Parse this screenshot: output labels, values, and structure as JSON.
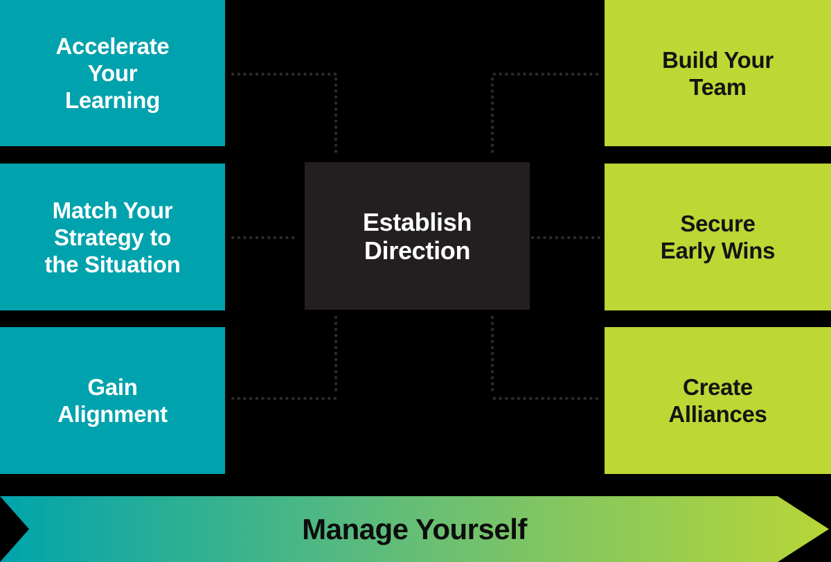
{
  "colors": {
    "background": "#000000",
    "teal": "#00A2AD",
    "lime": "#BDD735",
    "dark": "#231F20",
    "dots": "#2D292B",
    "teal_text": "#FFFFFF",
    "lime_text": "#141414",
    "center_text": "#FFFFFF",
    "arrow_text": "#0D0D0D",
    "arrow_start": "#00A4AC",
    "arrow_mid": "#66BE76",
    "arrow_end": "#B8D637"
  },
  "diagram": {
    "left_column": [
      {
        "label": "Accelerate\nYour\nLearning"
      },
      {
        "label": "Match Your\nStrategy to\nthe Situation"
      },
      {
        "label": "Gain\nAlignment"
      }
    ],
    "center": {
      "label": "Establish\nDirection"
    },
    "right_column": [
      {
        "label": "Build Your\nTeam"
      },
      {
        "label": "Secure\nEarly Wins"
      },
      {
        "label": "Create\nAlliances"
      }
    ],
    "footer_arrow": {
      "label": "Manage Yourself"
    }
  }
}
